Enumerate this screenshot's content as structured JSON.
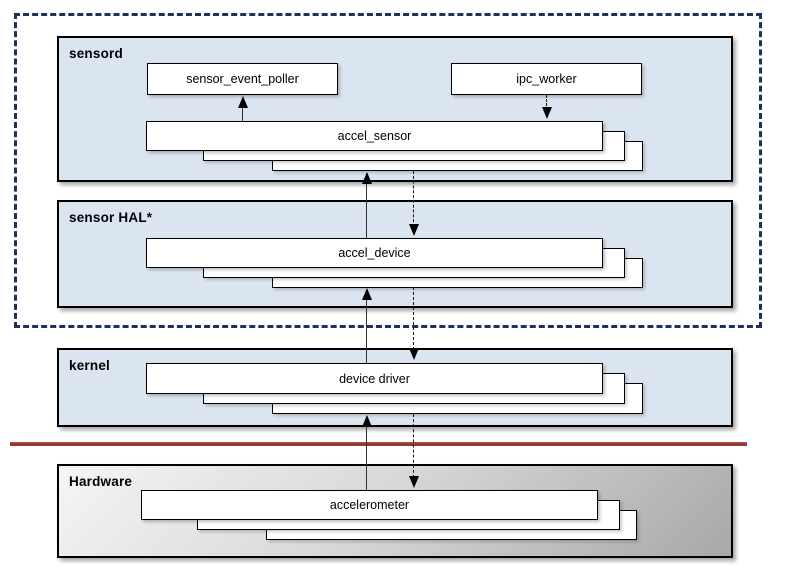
{
  "diagram": {
    "type": "layered-architecture",
    "layers": {
      "sensord": {
        "label": "sensord"
      },
      "sensor_hal": {
        "label": "sensor HAL*"
      },
      "kernel": {
        "label": "kernel"
      },
      "hardware": {
        "label": "Hardware"
      }
    },
    "components": {
      "sensor_event_poller": {
        "label": "sensor_event_poller"
      },
      "ipc_worker": {
        "label": "ipc_worker"
      },
      "accel_sensor": {
        "label": "accel_sensor"
      },
      "accel_device": {
        "label": "accel_device"
      },
      "device_driver": {
        "label": "device driver"
      },
      "accelerometer": {
        "label": "accelerometer"
      }
    },
    "connections": [
      {
        "from": "accel_sensor",
        "to": "sensor_event_poller",
        "style": "solid",
        "direction": "up"
      },
      {
        "from": "ipc_worker",
        "to": "accel_sensor",
        "style": "dashed",
        "direction": "down"
      },
      {
        "from": "accel_device",
        "to": "accel_sensor",
        "style": "solid",
        "direction": "up"
      },
      {
        "from": "accel_sensor",
        "to": "accel_device",
        "style": "dashed",
        "direction": "down"
      },
      {
        "from": "device_driver",
        "to": "accel_device",
        "style": "solid",
        "direction": "up"
      },
      {
        "from": "accel_device",
        "to": "device_driver",
        "style": "dashed",
        "direction": "down"
      },
      {
        "from": "accelerometer",
        "to": "device_driver",
        "style": "solid",
        "direction": "up"
      },
      {
        "from": "device_driver",
        "to": "accelerometer",
        "style": "dashed",
        "direction": "down"
      }
    ],
    "colors": {
      "layer_fill": "#dbe5f1",
      "layer_border": "#000000",
      "process_boundary": "#1f3060",
      "hw_separator": "#943734",
      "box_fill": "#ffffff",
      "arrow_line": "#333333",
      "hardware_fill_top": "#f5f5f5",
      "hardware_fill_bottom": "#a8a8a8"
    }
  }
}
